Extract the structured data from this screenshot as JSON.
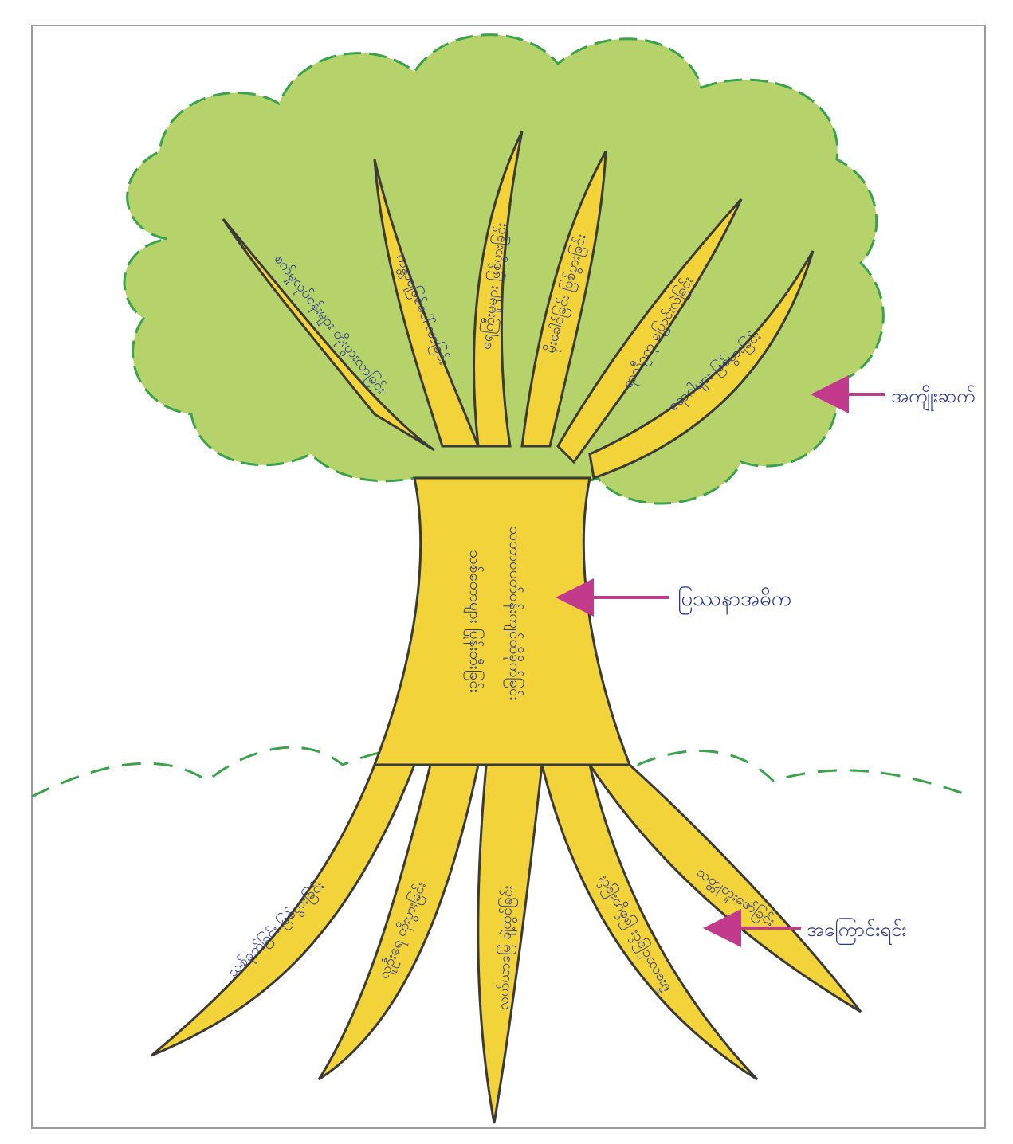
{
  "colors": {
    "paper": "#ffffff",
    "frame": "#9a9a9a",
    "canopy_fill": "#b6d26a",
    "canopy_outline": "#3aa24a",
    "tree_fill": "#f2d43a",
    "tree_outline": "#3a3a36",
    "ground_line": "#3aa24a",
    "ink": "#2a3590",
    "arrow": "#c23a8c"
  },
  "labels": {
    "fruits": "အကျိုးဆက်",
    "trunk": "ပြဿနာအဓိက",
    "roots": "အကြောင်းရင်း"
  },
  "branches": [
    "စက်မှုလုပ်ငန်းများ တိုးပွားလာခြင်း",
    "ကန္တာရဖြစ်ပေါ်လာခြင်း",
    "ရေကြီးမှုများ ဖြစ်ပွားခြင်း",
    "မိုးခေါင်ခြင်း ဖြစ်ပွားခြင်း",
    "ရာသီဥတု ပြောင်းလဲခြင်း",
    "ရောဂါများ ဖြစ်ပွားခြင်း"
  ],
  "trunk_text": [
    "သစ်တောများ ပြုန်းတီးခြင်း",
    "သဘာဝပတ်ဝန်းကျင်ထိခိုက်ခြင်း"
  ],
  "roots": [
    "သစ်ခုတ်ခြင်း ဖြစ်ပွားခြင်း",
    "လူဦးရေ တိုးပွားခြင်း",
    "လယ်ယာမြေ ချဲ့ထွင်ခြင်း",
    "မီးလောင်ခြင်း ဖြစ်ပွားခြင်း",
    "သတ္တုတူးဖော်ခြင်း"
  ]
}
